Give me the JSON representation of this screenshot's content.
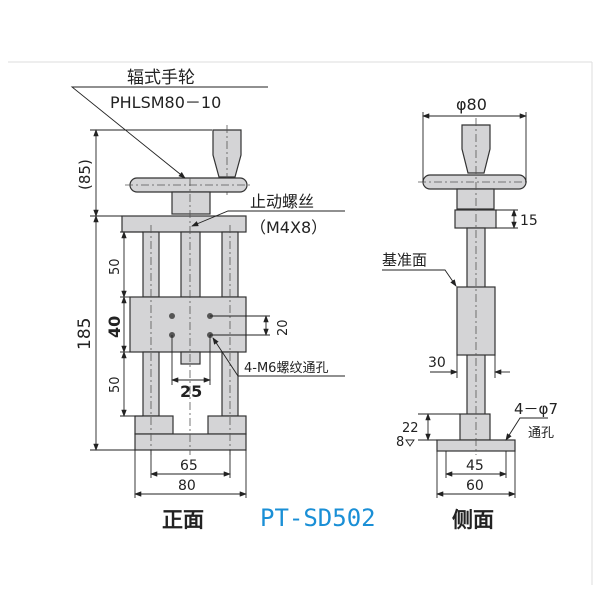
{
  "front_view": {
    "handwheel_label": "辐式手轮",
    "handwheel_model": "PHLSM80－10",
    "stop_screw_label": "止动螺丝",
    "stop_screw_spec": "（M4X8）",
    "dim_handle_height": "(85)",
    "dim_total_height": "185",
    "dim_upper": "50",
    "dim_block": "40",
    "dim_lower": "50",
    "dim_hole_pitch_v": "20",
    "dim_hole_pitch_h": "25",
    "through_hole_label": "4-M6螺纹通孔",
    "dim_base_inner": "65",
    "dim_base_outer": "80",
    "view_label": "正面"
  },
  "model": {
    "code": "PT-SD502",
    "color": "#1a8fd6"
  },
  "side_view": {
    "dim_wheel_dia": "φ80",
    "dim_collar": "15",
    "reference_label": "基准面",
    "dim_block_width": "30",
    "dim_base_block": "22",
    "dim_base_plate": "8",
    "hole_label": "4－φ7",
    "hole_note": "通孔",
    "dim_base_inner": "45",
    "dim_base_outer": "60",
    "view_label": "侧面"
  }
}
